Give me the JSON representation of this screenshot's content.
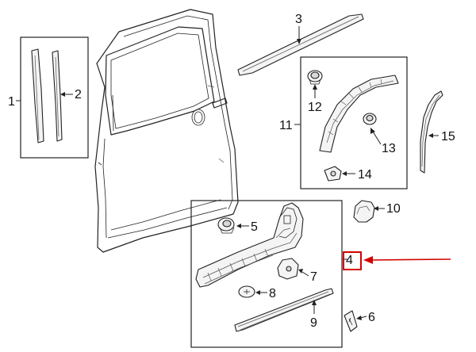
{
  "diagram": {
    "callouts": [
      {
        "id": "1",
        "label": "1"
      },
      {
        "id": "2",
        "label": "2"
      },
      {
        "id": "3",
        "label": "3"
      },
      {
        "id": "4",
        "label": "4"
      },
      {
        "id": "5",
        "label": "5"
      },
      {
        "id": "6",
        "label": "6"
      },
      {
        "id": "7",
        "label": "7"
      },
      {
        "id": "8",
        "label": "8"
      },
      {
        "id": "9",
        "label": "9"
      },
      {
        "id": "10",
        "label": "10"
      },
      {
        "id": "11",
        "label": "11"
      },
      {
        "id": "12",
        "label": "12"
      },
      {
        "id": "13",
        "label": "13"
      },
      {
        "id": "14",
        "label": "14"
      },
      {
        "id": "15",
        "label": "15"
      }
    ],
    "highlight": {
      "callout": "4",
      "color": "#d40000"
    }
  }
}
